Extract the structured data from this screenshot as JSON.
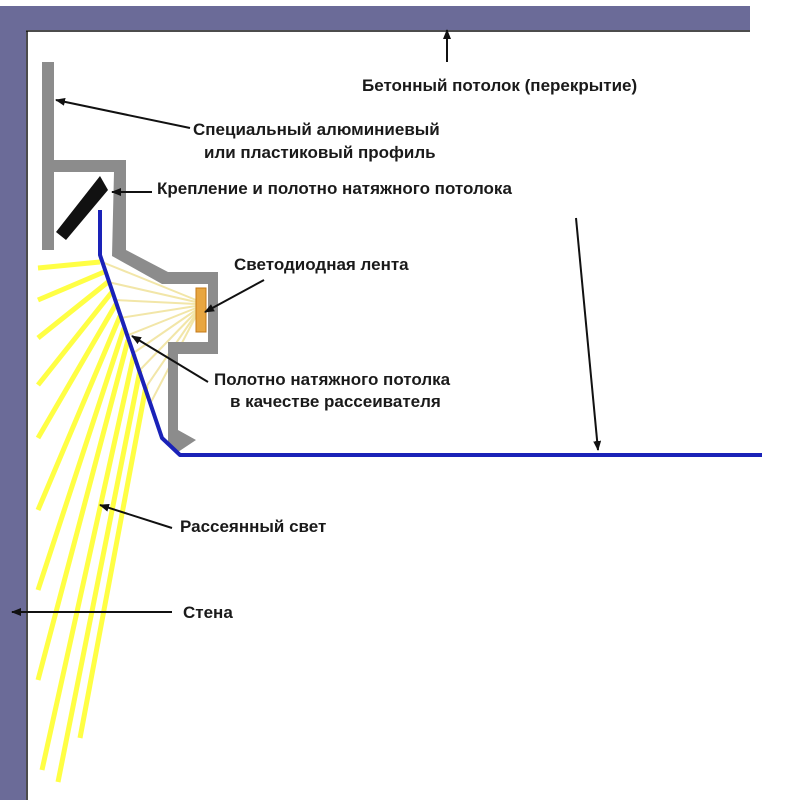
{
  "colors": {
    "wall": "#6b6b98",
    "profile": "#8c8c8c",
    "membrane": "#1a22b8",
    "light": "#ffff44",
    "led": "#e8a640",
    "fastener": "#111111",
    "background": "#ffffff"
  },
  "labels": {
    "ceiling": "Бетонный потолок (перекрытие)",
    "profile_line1": "Специальный алюминиевый",
    "profile_line2": "или пластиковый профиль",
    "fastening": "Крепление и полотно натяжного потолока",
    "led_strip": "Светодиодная лента",
    "diffuser_line1": "Полотно натяжного потолка",
    "diffuser_line2": "в качестве рассеивателя",
    "scattered_light": "Рассеянный свет",
    "wall": "Стена"
  }
}
